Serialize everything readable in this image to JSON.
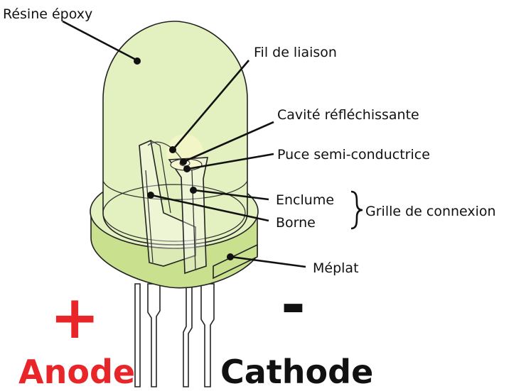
{
  "labels": {
    "epoxy": "Résine époxy",
    "bond_wire": "Fil de liaison",
    "reflective_cavity": "Cavité réfléchissante",
    "chip": "Puce semi-conductrice",
    "anvil": "Enclume",
    "post": "Borne",
    "lead_frame": "Grille de connexion",
    "flat": "Méplat"
  },
  "polarity": {
    "anode_sign": "+",
    "anode_label": "Anode",
    "cathode_sign": "-",
    "cathode_label": "Cathode"
  },
  "colors": {
    "epoxy_fill": "#e3f0bf",
    "epoxy_dark": "#c9e08f",
    "anode": "#e8262a",
    "cathode": "#111111"
  }
}
